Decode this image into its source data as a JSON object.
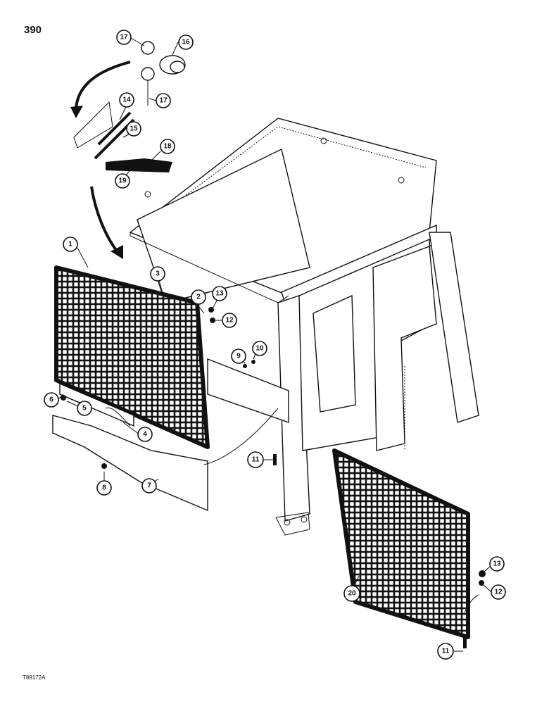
{
  "page_number": "390",
  "figure_code": "T89172A",
  "callouts": [
    {
      "id": "c1",
      "label": "1"
    },
    {
      "id": "c2",
      "label": "2"
    },
    {
      "id": "c3",
      "label": "3"
    },
    {
      "id": "c4",
      "label": "4"
    },
    {
      "id": "c5",
      "label": "5"
    },
    {
      "id": "c6",
      "label": "6"
    },
    {
      "id": "c7",
      "label": "7"
    },
    {
      "id": "c8",
      "label": "8"
    },
    {
      "id": "c9",
      "label": "9"
    },
    {
      "id": "c10",
      "label": "10"
    },
    {
      "id": "c11a",
      "label": "11"
    },
    {
      "id": "c11b",
      "label": "11"
    },
    {
      "id": "c12a",
      "label": "12"
    },
    {
      "id": "c12b",
      "label": "12"
    },
    {
      "id": "c13a",
      "label": "13"
    },
    {
      "id": "c13b",
      "label": "13"
    },
    {
      "id": "c14",
      "label": "14"
    },
    {
      "id": "c15",
      "label": "15"
    },
    {
      "id": "c16",
      "label": "16"
    },
    {
      "id": "c17a",
      "label": "17"
    },
    {
      "id": "c17b",
      "label": "17"
    },
    {
      "id": "c18",
      "label": "18"
    },
    {
      "id": "c19",
      "label": "19"
    },
    {
      "id": "c20",
      "label": "20"
    }
  ]
}
